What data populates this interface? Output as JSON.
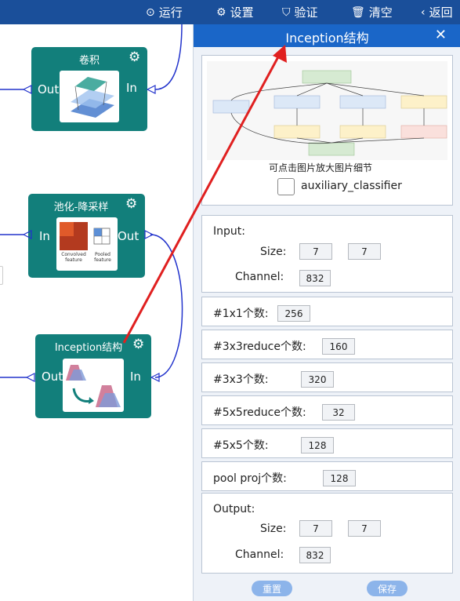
{
  "toolbar": {
    "run": "运行",
    "settings": "设置",
    "validate": "验证",
    "clear": "清空",
    "back": "返回"
  },
  "nodes": {
    "conv": {
      "title": "卷积",
      "out": "Out",
      "in": "In"
    },
    "pool": {
      "title": "池化-降采样",
      "out": "Out",
      "in": "In",
      "cap1": "Convolved feature",
      "cap2": "Pooled feature"
    },
    "inception": {
      "title": "Inception结构",
      "out": "Out",
      "in": "In"
    }
  },
  "panel": {
    "title": "Inception结构",
    "close": "✕",
    "preview_hint": "可点击图片放大图片细节",
    "aux_label": "auxiliary_classifier",
    "aux_checked": false,
    "input": {
      "title": "Input:",
      "size_label": "Size:",
      "size": [
        "7",
        "7"
      ],
      "channel_label": "Channel:",
      "channel": "832"
    },
    "params": [
      {
        "label": "#1x1个数:",
        "value": "256"
      },
      {
        "label": "#3x3reduce个数:",
        "value": "160"
      },
      {
        "label": "#3x3个数:",
        "value": "320"
      },
      {
        "label": "#5x5reduce个数:",
        "value": "32"
      },
      {
        "label": "#5x5个数:",
        "value": "128"
      },
      {
        "label": "pool proj个数:",
        "value": "128"
      }
    ],
    "output": {
      "title": "Output:",
      "size_label": "Size:",
      "size": [
        "7",
        "7"
      ],
      "channel_label": "Channel:",
      "channel": "832"
    },
    "reset": "重置",
    "save": "保存"
  },
  "colors": {
    "toolbar": "#1a4f9a",
    "node": "#127f7b",
    "panel_header": "#1a66c8",
    "wire": "#2233cc",
    "arrow": "#e02020"
  }
}
